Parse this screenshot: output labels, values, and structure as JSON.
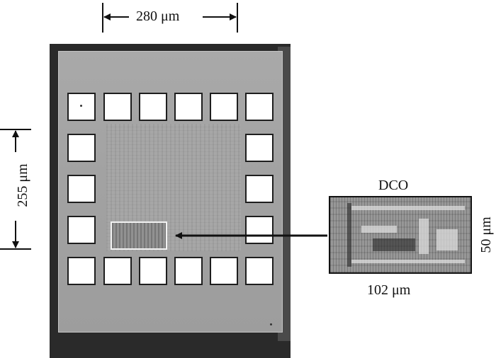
{
  "figure": {
    "die_width_label": "280 μm",
    "die_height_label": "255 μm",
    "inset_title": "DCO",
    "inset_width_label": "102 μm",
    "inset_height_label": "50 μm"
  },
  "colors": {
    "die_surface": "#a6a6a6",
    "die_frame": "#2a2a2a",
    "pad_fill": "#ffffff",
    "highlight": "#f2f2f2",
    "line": "#111111"
  },
  "pads": {
    "top_row_count": 6,
    "bottom_row_count": 6,
    "left_col_count": 3,
    "right_col_count": 3
  }
}
